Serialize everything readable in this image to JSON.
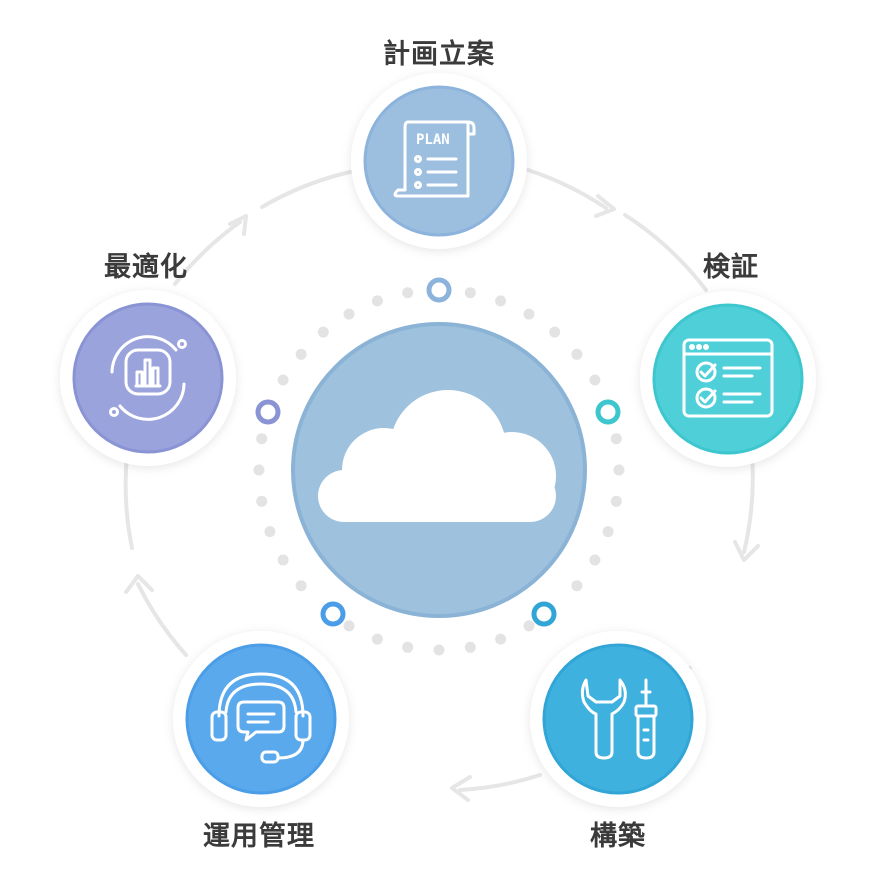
{
  "steps": [
    {
      "label": "計画立案",
      "icon": "plan-document-icon",
      "color": "#9dbfdf",
      "ring": "#8cb3db"
    },
    {
      "label": "検証",
      "icon": "checklist-window-icon",
      "color": "#4fd0d8",
      "ring": "#3ec6cf"
    },
    {
      "label": "構築",
      "icon": "wrench-screwdriver-icon",
      "color": "#3fb1de",
      "ring": "#31a6d6"
    },
    {
      "label": "運用管理",
      "icon": "headset-support-icon",
      "color": "#5aa9ec",
      "ring": "#4a9de6"
    },
    {
      "label": "最適化",
      "icon": "bar-chart-cycle-icon",
      "color": "#9aa3dc",
      "ring": "#8a94d4"
    }
  ],
  "plan_icon_text": "PLAN",
  "center": {
    "icon": "cloud-icon",
    "color": "#9ec1dd",
    "ring": "#8ab3d6"
  },
  "cycle_color": "#e6e6e6",
  "dot_color": "#e3e3e3"
}
